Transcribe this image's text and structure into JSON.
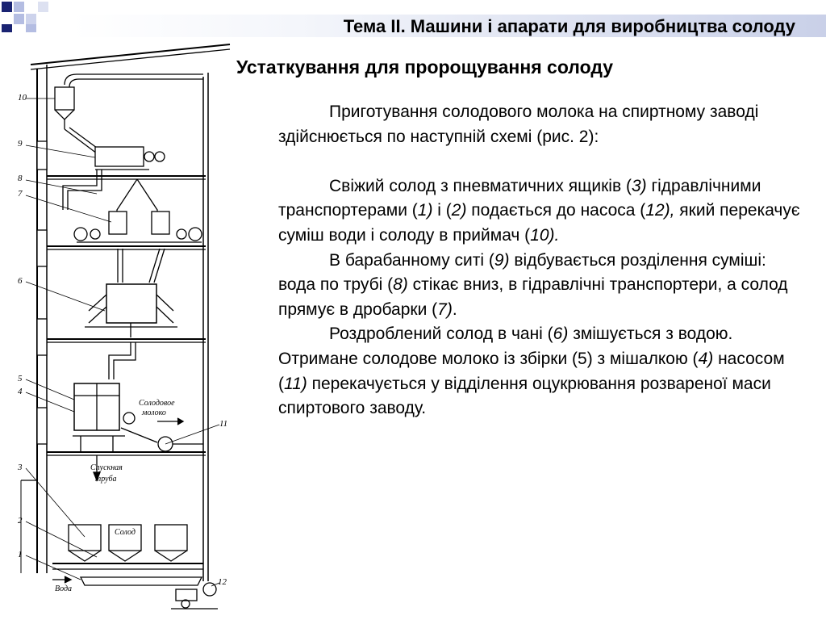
{
  "header": {
    "title": "Тема ІІ. Машини і апарати для виробництва солоду"
  },
  "slide": {
    "subtitle": "Устаткування для пророщування солоду"
  },
  "content": {
    "intro": "Приготування солодового молока на спиртному заводі здійснюється по наступній схемі (рис. 2):",
    "p1": {
      "s1": "Свіжий солод з пневматичних ящиків (",
      "n3": "3)",
      "s2": " гідравлічними транспортерами (",
      "n1": "1)",
      "s3": " і (",
      "n2": "2)",
      "s4": " подається до насоса (",
      "n12": "12),",
      "s5": " який перекачує суміш води і солоду в приймач (",
      "n10": "10)."
    },
    "p2": {
      "s1": "В барабанному ситі (",
      "n9": "9)",
      "s2": " відбувається розділення суміші: вода по трубі (",
      "n8": "8)",
      "s3": " стікає вниз, в гідравлічні транспортери, а солод прямує в дробарки (",
      "n7": "7)",
      "s4": "."
    },
    "p3": {
      "s1": "Роздроблений солод в чані (",
      "n6": "6)",
      "s2": " змішується з водою. Отримане солодове молоко із збірки (5) з мішалкою (",
      "n4": "4)",
      "s3": " насосом (",
      "n11": "11)",
      "s4": " перекачується у відділення оцукрювання розвареної маси спиртового заводу."
    }
  },
  "diagram": {
    "labels": {
      "l10": "10",
      "l9": "9",
      "l8": "8",
      "l7": "7",
      "l6": "6",
      "l5": "5",
      "l4": "4",
      "l3": "3",
      "l2": "2",
      "l1": "1",
      "l11": "11",
      "l12": "12",
      "malt_milk_1": "Солодовое",
      "malt_milk_2": "молоко",
      "drain_1": "Спускная",
      "drain_2": "труба",
      "malt": "Солод",
      "water": "Вода"
    }
  },
  "colors": {
    "logo_navy": "#1a2372",
    "logo_light": "#b4bde2",
    "header_gradient_end": "#c9d0e8"
  }
}
